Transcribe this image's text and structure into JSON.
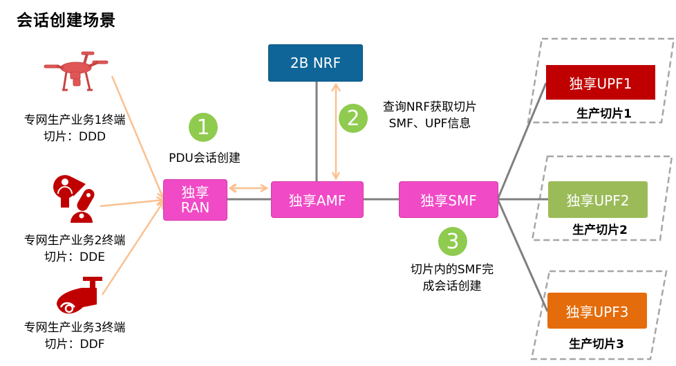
{
  "title": "会话创建场景",
  "colors": {
    "nf_pink": "#f04ac6",
    "nrf_blue": "#0f6598",
    "upf1_red": "#c00000",
    "upf2_green": "#9bbb59",
    "upf3_orange": "#e46c0a",
    "step_badge_green": "#8fcb4e",
    "arrow_orange": "#fac090",
    "line_gray": "#7f7f7f",
    "icon_red": "#c00000"
  },
  "terminals": [
    {
      "icon": "drone-icon",
      "line1": "专网生产业务1终端",
      "line2": "切片：DDD"
    },
    {
      "icon": "robot-arm-icon",
      "line1": "专网生产业务2终端",
      "line2": "切片：DDE"
    },
    {
      "icon": "security-camera-icon",
      "line1": "专网生产业务3终端",
      "line2": "切片：DDF"
    }
  ],
  "nodes": {
    "ran": {
      "line1": "独享",
      "line2": "RAN"
    },
    "amf": "独享AMF",
    "smf": "独享SMF",
    "nrf": "2B NRF"
  },
  "steps": [
    {
      "number": "1",
      "text": "PDU会话创建"
    },
    {
      "number": "2",
      "line1": "查询NRF获取切片",
      "line2": "SMF、UPF信息"
    },
    {
      "number": "3",
      "line1": "切片内的SMF完",
      "line2": "成会话创建"
    }
  ],
  "slices": [
    {
      "upf": "独享UPF1",
      "label": "生产切片1"
    },
    {
      "upf": "独享UPF2",
      "label": "生产切片2"
    },
    {
      "upf": "独享UPF3",
      "label": "生产切片3"
    }
  ]
}
